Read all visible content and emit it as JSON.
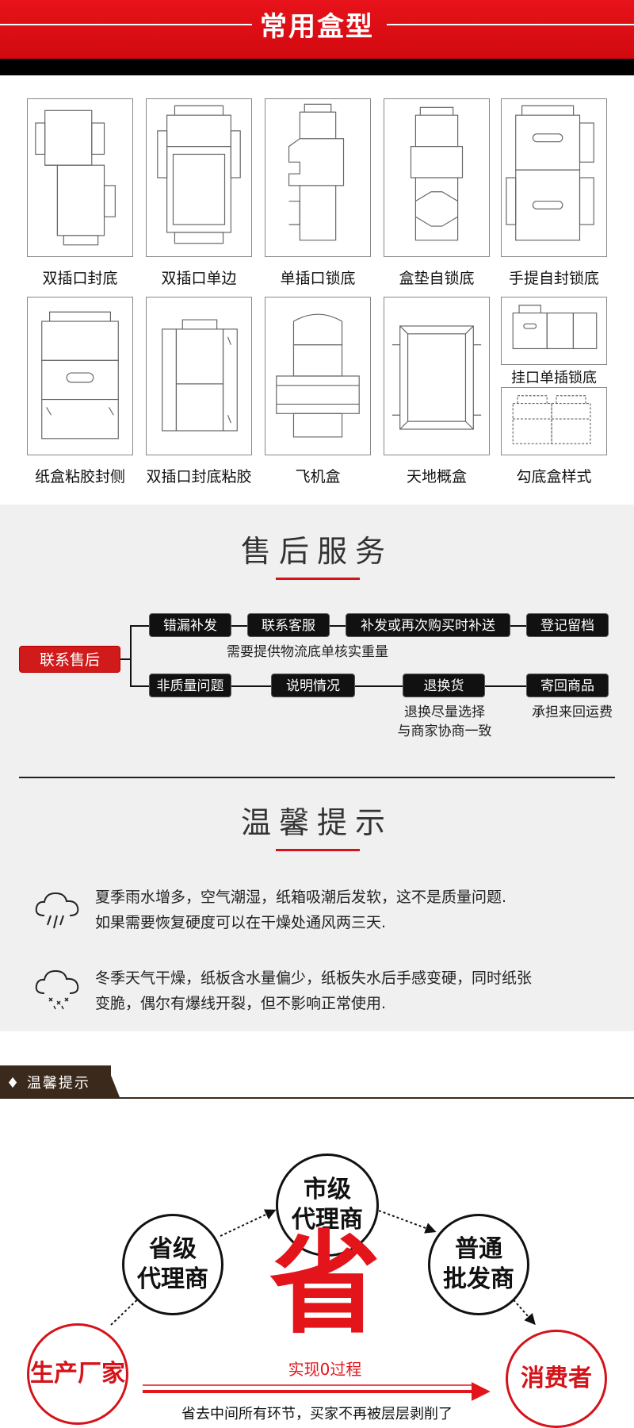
{
  "header": {
    "title": "常用盒型"
  },
  "box_types": [
    "双插口封底",
    "双插口单边",
    "单插口锁底",
    "盒垫自锁底",
    "手提自封锁底",
    "纸盒粘胶封侧",
    "双插口封底粘胶",
    "飞机盒",
    "天地概盒",
    "挂口单插锁底",
    "勾底盒样式"
  ],
  "after_sales": {
    "title": "售后服务",
    "start": "联系售后",
    "top_row": [
      "错漏补发",
      "联系客服",
      "补发或再次购买时补送",
      "登记留档"
    ],
    "top_note": "需要提供物流底单核实重量",
    "bottom_row": [
      "非质量问题",
      "说明情况",
      "退换货",
      "寄回商品"
    ],
    "bottom_note_1": [
      "退换尽量选择",
      "与商家协商一致"
    ],
    "bottom_note_2": "承担来回运费"
  },
  "tips": {
    "title": "温馨提示",
    "summer": [
      "夏季雨水增多，空气潮湿，纸箱吸潮后发软，这不是质量问题.",
      "如果需要恢复硬度可以在干燥处通风两三天."
    ],
    "winter": [
      "冬季天气干燥，纸板含水量偏少，纸板失水后手感变硬，同时纸张",
      "变脆，偶尔有爆线开裂，但不影响正常使用."
    ],
    "icons": [
      "rain-cloud-icon",
      "snow-cloud-icon"
    ]
  },
  "banner": {
    "label": "温馨提示",
    "icon": "diamond-icon"
  },
  "distribution": {
    "nodes": {
      "factory": "生产厂家",
      "province": [
        "省级",
        "代理商"
      ],
      "city": [
        "市级",
        "代理商"
      ],
      "wholesale": [
        "普通",
        "批发商"
      ],
      "consumer": "消费者"
    },
    "big_char": "省",
    "zero_process": "实现0过程",
    "bottom_note": "省去中间所有环节，买家不再被层层剥削了"
  },
  "colors": {
    "red": "#d4141a",
    "black": "#111111",
    "grey_bg": "#f0f0f0",
    "tab": "#3b2a1c"
  }
}
